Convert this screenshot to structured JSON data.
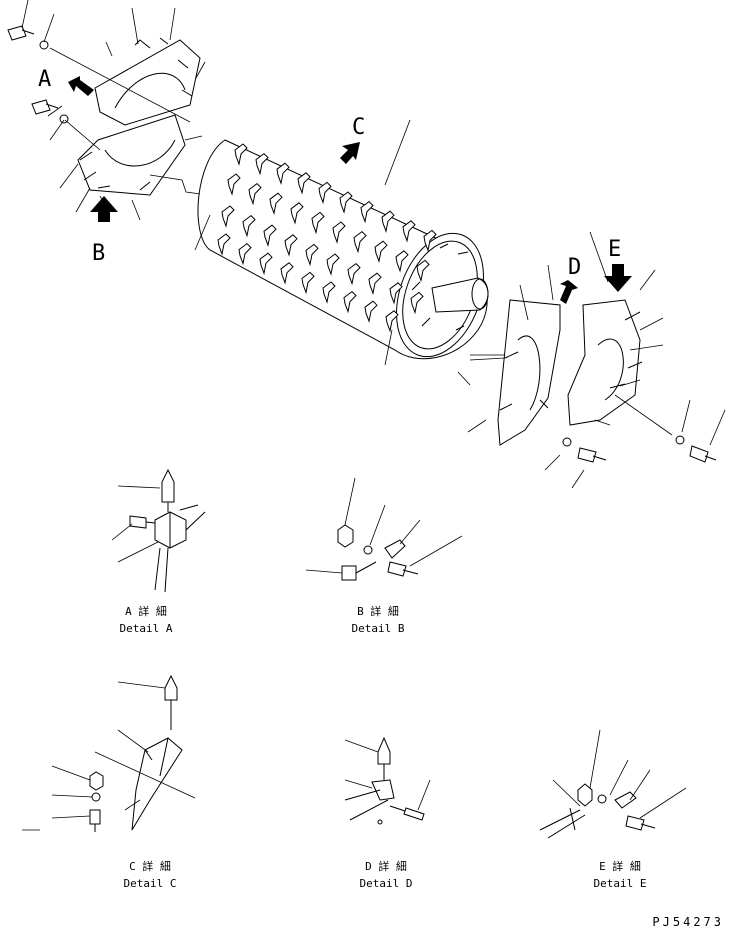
{
  "view_labels": [
    "A",
    "B",
    "C",
    "D",
    "E"
  ],
  "details": [
    {
      "jp": "A 詳 細",
      "en": "Detail A"
    },
    {
      "jp": "B 詳 細",
      "en": "Detail B"
    },
    {
      "jp": "C 詳 細",
      "en": "Detail C"
    },
    {
      "jp": "D 詳 細",
      "en": "Detail D"
    },
    {
      "jp": "E 詳 細",
      "en": "Detail E"
    }
  ],
  "drawing_number": "PJ54273"
}
